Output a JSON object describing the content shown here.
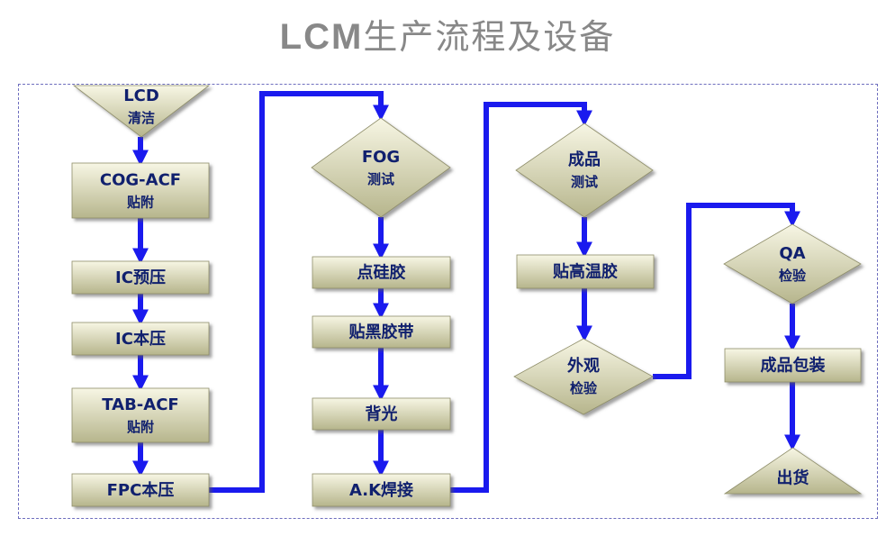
{
  "title": {
    "latin": "LCM",
    "cjk": "生产流程及设备"
  },
  "steps": {
    "lcd": [
      "LCD",
      "清洁"
    ],
    "cog_acf": [
      "COG-ACF",
      "贴附"
    ],
    "ic_pre": [
      "IC预压"
    ],
    "ic_main": [
      "IC本压"
    ],
    "tab_acf": [
      "TAB-ACF",
      "贴附"
    ],
    "fpc_main": [
      "FPC本压"
    ],
    "fog_test": [
      "FOG",
      "测试"
    ],
    "dispense": [
      "点硅胶"
    ],
    "black_tape": [
      "贴黑胶带"
    ],
    "backlight": [
      "背光"
    ],
    "ak_weld": [
      "A.K焊接"
    ],
    "final_test": [
      "成品",
      "测试"
    ],
    "hi_temp_tape": [
      "贴高温胶"
    ],
    "visual_check": [
      "外观",
      "检验"
    ],
    "qa_check": [
      "QA",
      "检验"
    ],
    "packing": [
      "成品包装"
    ],
    "shipping": [
      "出货"
    ]
  },
  "colors": {
    "node_top": "#f7f6e4",
    "node_bottom": "#b6b58c",
    "arrow": "#1a1aee",
    "text": "#10206e",
    "frame": "#6e6ebe"
  }
}
